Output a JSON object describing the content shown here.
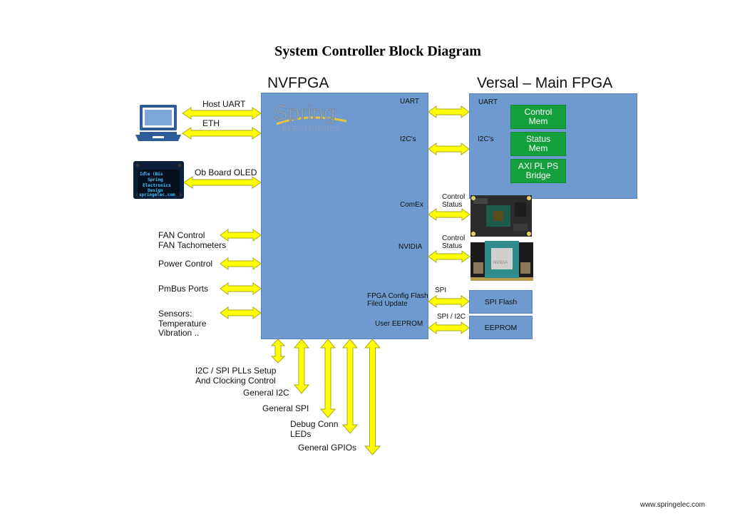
{
  "title": "System Controller Block Diagram",
  "nvfpga": {
    "label": "NVFPGA",
    "ports": {
      "uart": "UART",
      "i2c": "I2C's",
      "comex": "ComEx",
      "nvidia": "NVIDIA",
      "config_flash": "FPGA Config Flash\nFiled Update",
      "user_eeprom": "User EEPROM"
    },
    "logo": {
      "name": "Spring",
      "sub": "ELECTRONICS"
    }
  },
  "versal": {
    "label": "Versal – Main FPGA",
    "ports": {
      "uart": "UART",
      "i2c": "I2C's"
    },
    "blocks": [
      "Control\nMem",
      "Status\nMem",
      "AXI PL PS\nBridge"
    ]
  },
  "left_interfaces": {
    "host_uart": "Host UART",
    "eth": "ETH",
    "oled": "Ob Board OLED",
    "fan": "FAN Control\nFAN Tachometers",
    "power": "Power Control",
    "pmbus": "PmBus Ports",
    "sensors": "Sensors:\nTemperature\nVibration .."
  },
  "right_interfaces": {
    "comex_link": "Control\nStatus",
    "nvidia_link": "Control\nStatus",
    "spi": "SPI",
    "spi_i2c": "SPI / I2C",
    "spi_flash": "SPI Flash",
    "eeprom": "EEPROM"
  },
  "bottom_interfaces": {
    "pll": "I2C / SPI PLLs Setup\nAnd Clocking Control",
    "gen_i2c": "General I2C",
    "gen_spi": "General SPI",
    "debug": "Debug Conn\nLEDs",
    "gpio": "General GPIOs"
  },
  "icons": {
    "laptop": "laptop-icon",
    "oled": "oled-display-icon",
    "comex_board": "comex-module-icon",
    "nvidia_board": "nvidia-module-icon"
  },
  "colors": {
    "fpga_blue": "#6f9ad0",
    "arrow_yellow": "#ffff00",
    "green_block": "#14a03c"
  },
  "footer": "www.springelec.com"
}
